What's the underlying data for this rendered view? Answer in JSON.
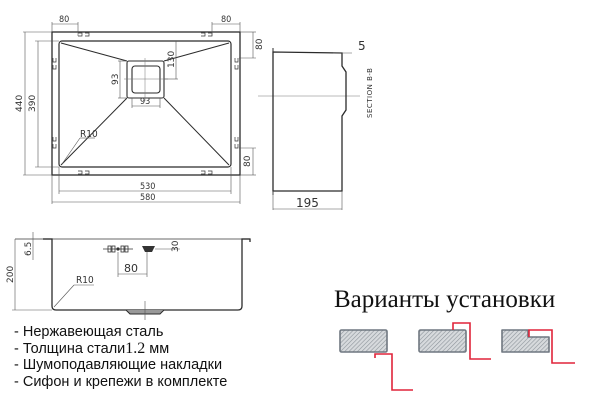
{
  "top_view": {
    "dim_left_flange": "80",
    "dim_right_flange": "80",
    "dim_top_right": "80",
    "dim_bottom_right": "80",
    "dim_outer_height": "440",
    "dim_inner_height": "390",
    "dim_drain_height": "93",
    "dim_drain_width": "93",
    "dim_drain_offset": "130",
    "dim_corner_radius": "R10",
    "dim_inner_width": "530",
    "dim_outer_width": "580"
  },
  "section_view": {
    "dim_flange": "5",
    "label": "SECTION B-B",
    "dim_depth": "195"
  },
  "side_view": {
    "dim_flange_thickness": "6.5",
    "dim_total_height": "200",
    "dim_corner_radius": "R10",
    "dim_overflow_spacing": "80",
    "dim_overflow_height": "30"
  },
  "specs": {
    "items": [
      {
        "prefix": "- Нержавеющая сталь",
        "num": "",
        "suffix": ""
      },
      {
        "prefix": "- Толщина стали",
        "num": "1.2",
        "suffix": " мм"
      },
      {
        "prefix": "- Шумоподавляющие накладки",
        "num": "",
        "suffix": ""
      },
      {
        "prefix": "- Сифон и крепежи в комплекте",
        "num": "",
        "suffix": ""
      }
    ]
  },
  "installation": {
    "title": "Варианты установки",
    "options": [
      {
        "name": "undermount"
      },
      {
        "name": "overmount"
      },
      {
        "name": "flush-mount"
      }
    ]
  },
  "colors": {
    "line": "#2b2b2b",
    "dim_line": "#555555",
    "install_red": "#e0243a",
    "countertop_border": "#6f7780",
    "countertop_fill": "#c9cdd1"
  }
}
